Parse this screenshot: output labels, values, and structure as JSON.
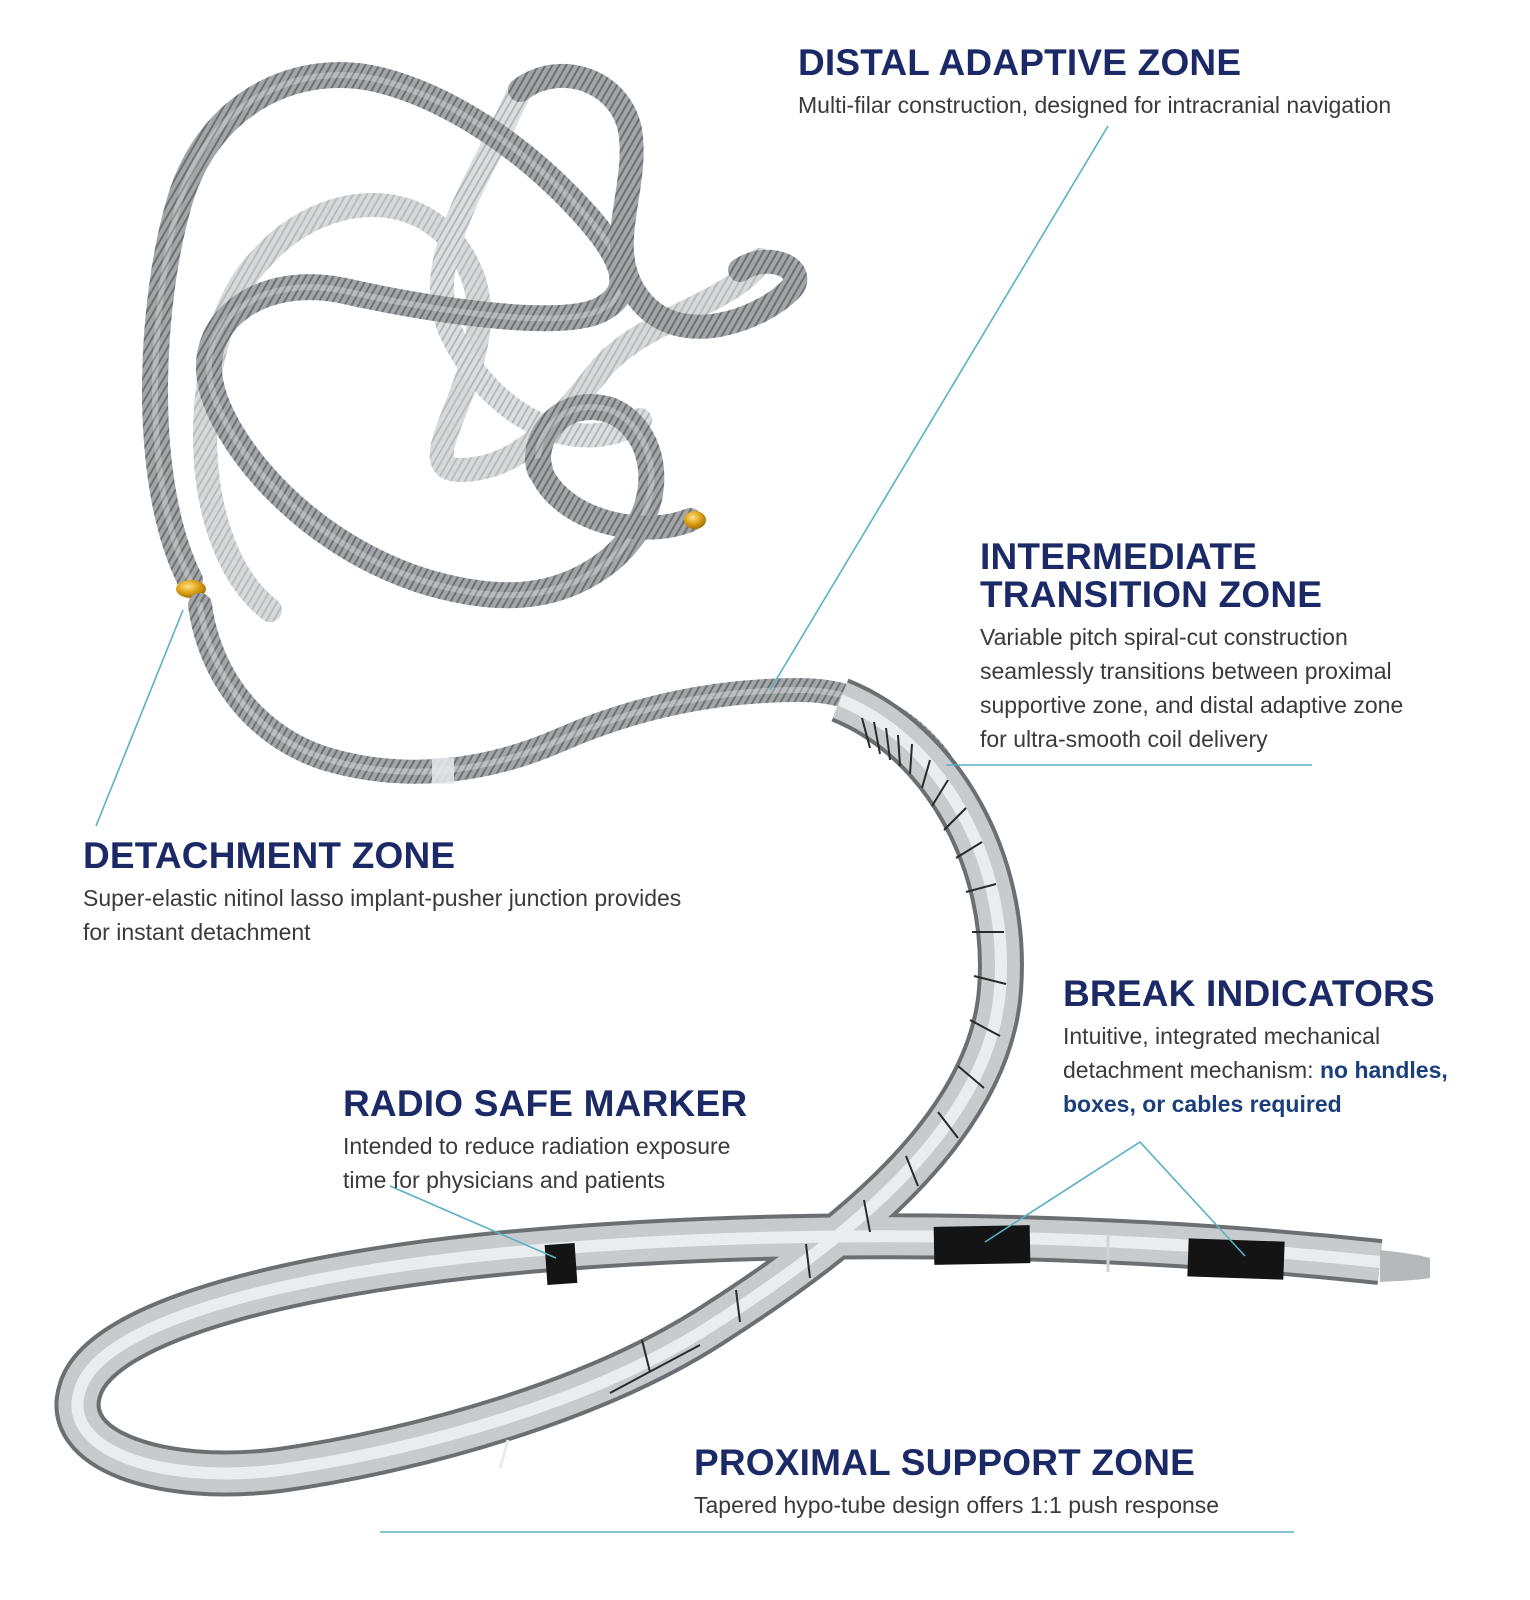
{
  "colors": {
    "title": "#1b2a66",
    "body_text": "#3a3a3a",
    "emphasis": "#1b3f7a",
    "leader_line": "#5ab0c4",
    "coil_outer": "#8e9194",
    "coil_light": "#cfd2d4",
    "hypotube": "#b8bbbe",
    "marker_band": "#141414",
    "gold_tip": "#d9a21b"
  },
  "labels": {
    "distal": {
      "title": "DISTAL ADAPTIVE ZONE",
      "desc": "Multi-filar construction, designed for intracranial navigation"
    },
    "intermediate": {
      "title_line1": "INTERMEDIATE",
      "title_line2": "TRANSITION ZONE",
      "desc_line1": "Variable pitch spiral-cut construction",
      "desc_line2": "seamlessly transitions between proximal",
      "desc_line3": "supportive zone, and distal adaptive zone",
      "desc_line4": "for ultra-smooth coil delivery"
    },
    "detachment": {
      "title": "DETACHMENT ZONE",
      "desc_line1": "Super-elastic nitinol lasso implant-pusher junction provides",
      "desc_line2": "for instant detachment"
    },
    "break": {
      "title": "BREAK INDICATORS",
      "desc_line1": "Intuitive, integrated mechanical",
      "desc_line2_plain": "detachment mechanism: ",
      "desc_line2_bold": "no handles,",
      "desc_line3_bold": "boxes, or cables required"
    },
    "radio": {
      "title": "RADIO SAFE MARKER",
      "desc_line1": "Intended to reduce radiation exposure",
      "desc_line2": "time for physicians and patients"
    },
    "proximal": {
      "title": "PROXIMAL SUPPORT ZONE",
      "desc": "Tapered hypo-tube design offers 1:1 push response"
    }
  }
}
